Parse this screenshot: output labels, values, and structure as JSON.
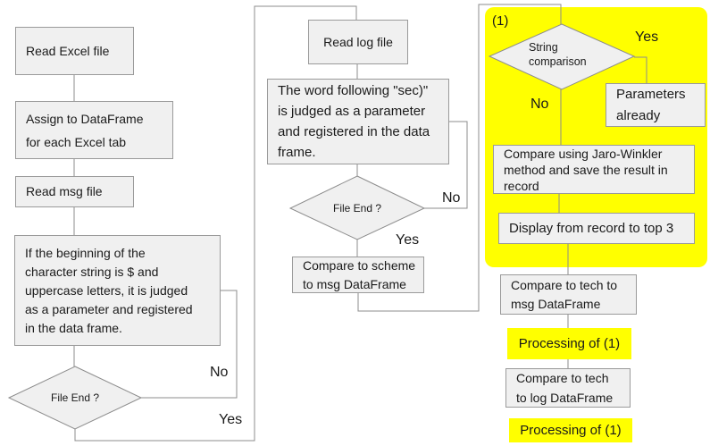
{
  "colors": {
    "yellow": "#ffff00",
    "node_fill": "#f0f0f0",
    "node_border": "#9a9a9a",
    "line": "#8c8c8c",
    "text": "#1a1a1a"
  },
  "left_flow": {
    "read_excel": "Read Excel file",
    "assign_dataframe": "Assign to DataFrame\nfor each Excel tab",
    "read_msg": "Read msg file",
    "judge_parameter": "If the beginning of the\ncharacter string is $ and\nuppercase letters, it is judged\nas a parameter and registered\nin the data frame.",
    "file_end_decision": "File End ?",
    "no_label": "No",
    "yes_label": "Yes"
  },
  "middle_flow": {
    "read_log": "Read log file",
    "judge_parameter": "The word following \"sec)\"\nis judged as a parameter\nand registered in the data\nframe.",
    "file_end_decision": "File End ?",
    "no_label": "No",
    "yes_label": "Yes",
    "compare_scheme": "Compare to scheme\nto msg DataFrame"
  },
  "right_flow": {
    "group_label": "(1)",
    "string_comparison_decision": "String\ncomparison",
    "yes_label": "Yes",
    "no_label": "No",
    "parameters_already": "Parameters\nalready",
    "compare_jaro_winkler": "Compare using Jaro-Winkler\nmethod and save the result in\nrecord",
    "display_top3": "Display from record to top 3",
    "compare_tech_msg": "Compare to tech to\nmsg DataFrame",
    "processing_of_1_first": "Processing of (1)",
    "compare_tech_log": "Compare to tech\nto log DataFrame",
    "processing_of_1_second": "Processing of (1)"
  }
}
